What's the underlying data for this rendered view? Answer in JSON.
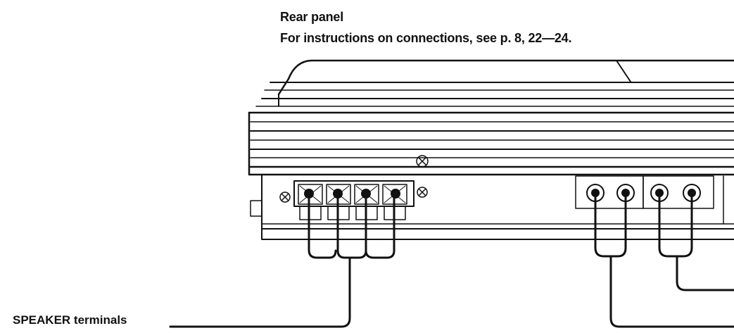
{
  "title": "Rear panel",
  "subtitle": "For instructions on connections, see p. 8, 22—24.",
  "labels": {
    "speaker_terminals": "SPEAKER terminals"
  },
  "colors": {
    "ink": "#111111",
    "paper": "#ffffff"
  }
}
